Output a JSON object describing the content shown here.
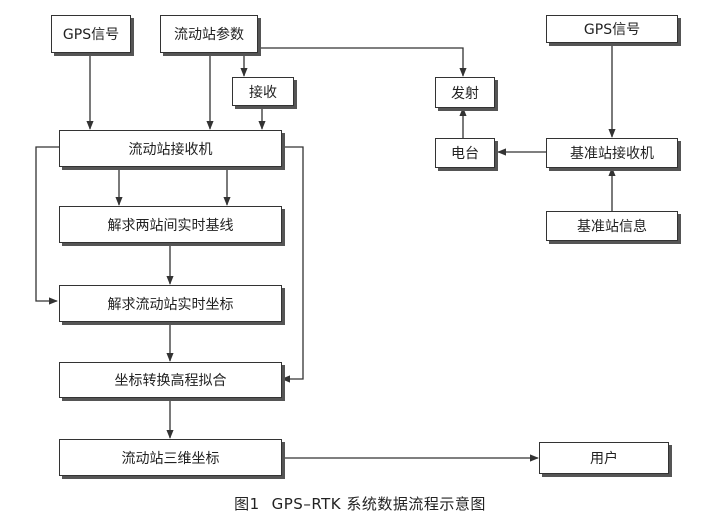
{
  "diagram": {
    "nodes": {
      "gps_signal_left": "GPS信号",
      "rover_params": "流动站参数",
      "receive": "接收",
      "transmit": "发射",
      "gps_signal_right": "GPS信号",
      "rover_receiver": "流动站接收机",
      "radio": "电台",
      "base_receiver": "基准站接收机",
      "solve_baseline": "解求两站间实时基线",
      "base_info": "基准站信息",
      "solve_coordinates": "解求流动站实时坐标",
      "coord_transform": "坐标转换高程拟合",
      "rover_3d_coords": "流动站三维坐标",
      "user": "用户"
    }
  },
  "caption": {
    "number": "图1",
    "title": "GPS–RTK 系统数据流程示意图"
  }
}
